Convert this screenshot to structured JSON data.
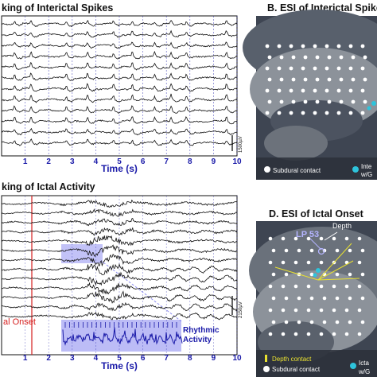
{
  "panel_a": {
    "title": "king of Interictal Spikes",
    "xlabel": "Time (s)",
    "ticks": [
      "1",
      "2",
      "3",
      "4",
      "5",
      "6",
      "7",
      "8",
      "9",
      "10"
    ],
    "scale_label": "1500µV"
  },
  "panel_b": {
    "title": "B. ESI of Interictal Spike",
    "legend_subdural": "Subdural contact",
    "legend_inter": "Inte",
    "legend_inter2": "w/G"
  },
  "panel_c": {
    "title": "king of Ictal Activity",
    "xlabel": "Time (s)",
    "ticks": [
      "1",
      "2",
      "3",
      "4",
      "5",
      "6",
      "7",
      "8",
      "9",
      "10"
    ],
    "scale_label": "2150µV",
    "onset_label": "al Onset",
    "rhythmic_label_1": "Rhythmic",
    "rhythmic_label_2": "Activity"
  },
  "panel_d": {
    "title": "D. ESI of Ictal Onset",
    "depth_label": "Depth",
    "lp_label": "LP 53",
    "legend_depth": "Depth contact",
    "legend_subdural": "Subdural contact",
    "legend_icta": "Icta",
    "legend_icta2": "w/G"
  },
  "colors": {
    "accent_blue": "#1a1aa8",
    "onset_red": "#d62020",
    "highlight": "#8f8ff0",
    "cyan": "#2ec4dc",
    "yellow": "#e8e030"
  }
}
